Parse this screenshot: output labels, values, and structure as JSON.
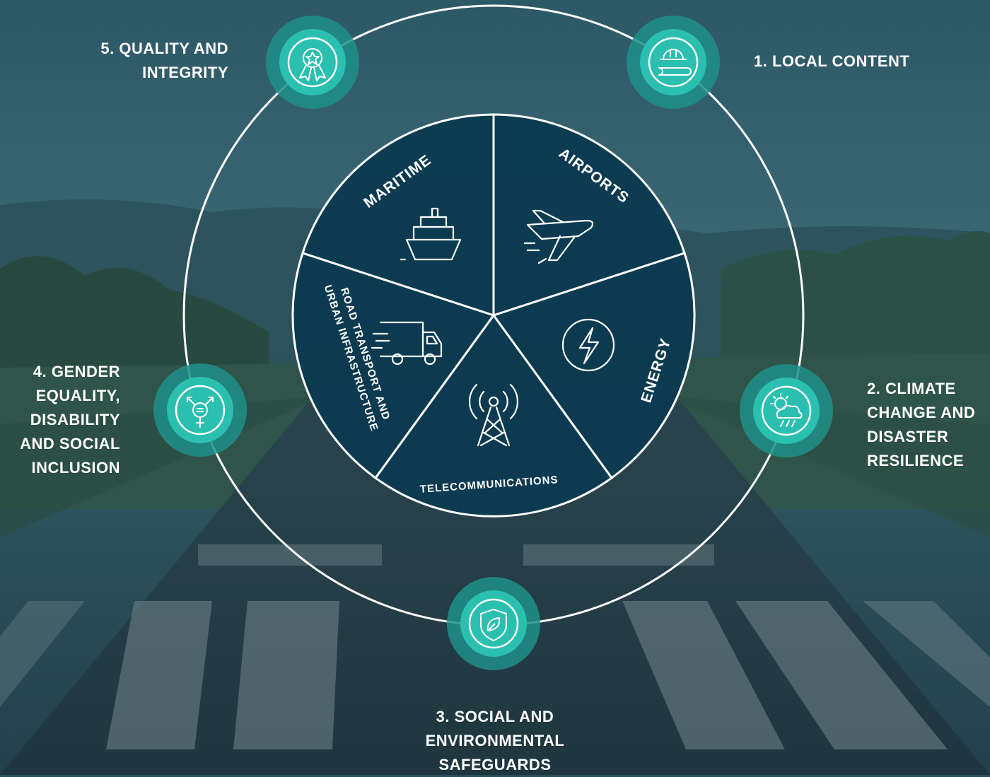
{
  "sectors": [
    {
      "id": "maritime",
      "label": "MARITIME",
      "icon": "ship-icon"
    },
    {
      "id": "airports",
      "label": "AIRPORTS",
      "icon": "airplane-icon"
    },
    {
      "id": "energy",
      "label": "ENERGY",
      "icon": "lightning-bolt-icon"
    },
    {
      "id": "telecommunications",
      "label": "TELECOMMUNICATIONS",
      "icon": "radio-tower-icon"
    },
    {
      "id": "road",
      "label_line1": "ROAD TRANSPORT AND",
      "label_line2": "URBAN INFRASTRUCTURE",
      "icon": "delivery-truck-icon"
    }
  ],
  "themes": [
    {
      "id": "local-content",
      "lines": [
        "1. LOCAL CONTENT"
      ],
      "icon": "hardhat-wrench-icon"
    },
    {
      "id": "climate",
      "lines": [
        "2. CLIMATE",
        "CHANGE AND",
        "DISASTER",
        "RESILIENCE"
      ],
      "icon": "sun-cloud-rain-icon"
    },
    {
      "id": "safeguards",
      "lines": [
        "3. SOCIAL AND",
        "ENVIRONMENTAL",
        "SAFEGUARDS"
      ],
      "icon": "shield-leaf-icon"
    },
    {
      "id": "gedsi",
      "lines": [
        "4. GENDER",
        "EQUALITY,",
        "DISABILITY",
        "AND SOCIAL",
        "INCLUSION"
      ],
      "icon": "gender-symbol-icon"
    },
    {
      "id": "quality",
      "lines": [
        "5. QUALITY AND",
        "INTEGRITY"
      ],
      "icon": "award-ribbon-icon"
    }
  ],
  "colors": {
    "background": "#2a4f5c",
    "pie_fill": "#0b3a50",
    "teal_badge": "#2bbfb0",
    "teal_halo": "#1f8f88",
    "line": "#ffffff"
  }
}
